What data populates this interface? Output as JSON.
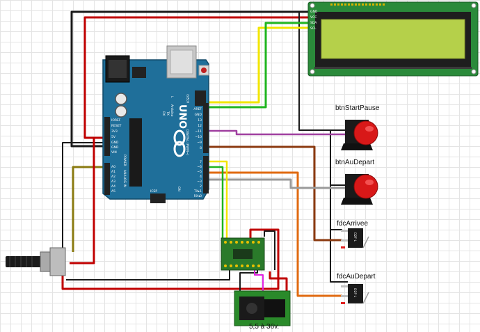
{
  "labels": {
    "btn_start_pause": "btnStartPause",
    "btn_au_depart": "btnAuDepart",
    "fdc_arrivee": "fdcArrivee",
    "fdc_au_depart": "fdcAuDepart",
    "power_supply": "5,5 à 36v."
  },
  "arduino": {
    "model": "UNO",
    "brand": "Arduino",
    "header_power_pins": [
      "IOREF",
      "RESET",
      "3V3",
      "5V",
      "GND",
      "GND",
      "VIN"
    ],
    "header_analog_pins": [
      "A0",
      "A1",
      "A2",
      "A3",
      "A4",
      "A5"
    ],
    "header_digital_pins": [
      "AREF",
      "GND",
      "13",
      "12",
      "~11",
      "~10",
      "~9",
      "8",
      "7",
      "~6",
      "~5",
      "4",
      "~3",
      "2",
      "TX▸1",
      "RX◂0"
    ],
    "icsp_label": "ICSP",
    "icsp2_label": "ICSP2",
    "digital_label": "DIGITAL (PWM~)",
    "power_label": "POWER",
    "analog_label": "ANALOG IN",
    "on_label": "ON",
    "tx_label": "TX",
    "rx_label": "RX",
    "l_label": "L"
  },
  "lcd_pins": [
    "GND",
    "VCC",
    "SDA",
    "SCL"
  ],
  "switch_text": "D2F-L",
  "colors": {
    "wire_black": "#1a1a1a",
    "wire_red": "#c00000",
    "wire_yellow": "#f2e600",
    "wire_green": "#1fb51f",
    "wire_purple": "#a040a0",
    "wire_brown": "#8b3a10",
    "wire_orange": "#e06a10",
    "wire_gray": "#9a9a9a",
    "wire_magenta": "#e020e0",
    "wire_olive": "#8a7a10",
    "board_teal": "#1f6f9a",
    "lcd_screen": "#b5d04a",
    "button_red": "#d81818",
    "pcb_green": "#2a7a2a"
  }
}
